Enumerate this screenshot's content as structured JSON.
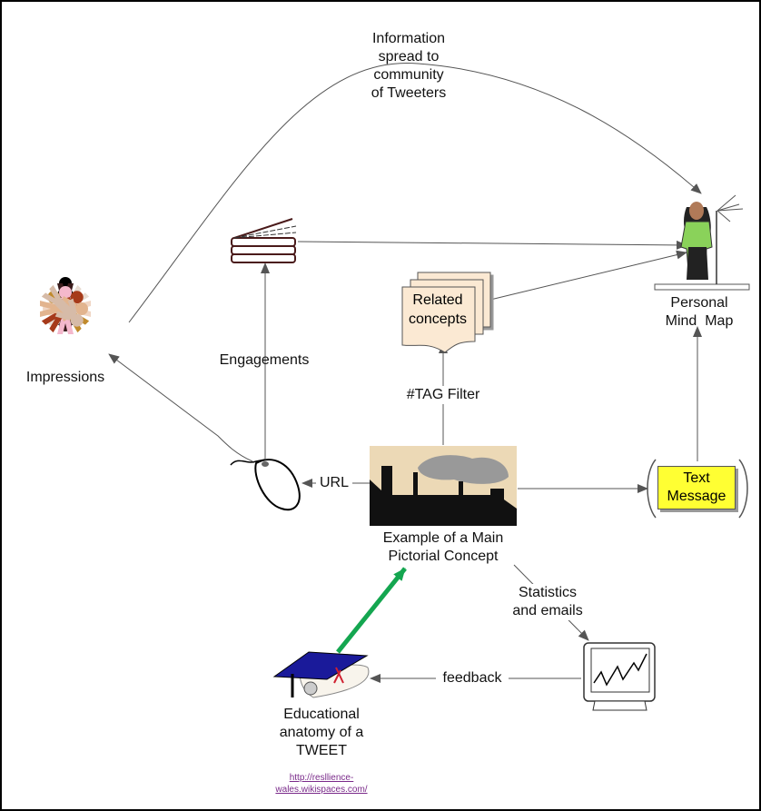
{
  "title": "Educational anatomy of a TWEET",
  "nodes": {
    "info_spread": [
      "Information",
      "spread to",
      "community",
      "of Tweeters"
    ],
    "impressions": "Impressions",
    "engagements": "Engagements",
    "tag_filter": "#TAG Filter",
    "related_concepts": [
      "Related",
      "concepts"
    ],
    "personal_mind_map": [
      "Personal",
      "Mind  Map"
    ],
    "url": "URL",
    "main_concept": [
      "Example of a Main",
      "Pictorial Concept"
    ],
    "text_message": [
      "Text",
      "Message"
    ],
    "statistics": [
      "Statistics",
      "and emails"
    ],
    "feedback": "feedback",
    "educational": [
      "Educational",
      "anatomy of a",
      "TWEET"
    ]
  },
  "link": [
    "http://resllience-",
    "wales.wikispaces.com/"
  ],
  "colors": {
    "arrow": "#555555",
    "green_arrow": "#14a650",
    "text_message_bg": "#ffff33",
    "factory_bg": "#ecd9b6",
    "related_bg": "#fbe9d3",
    "link": "#7a2a8a"
  }
}
